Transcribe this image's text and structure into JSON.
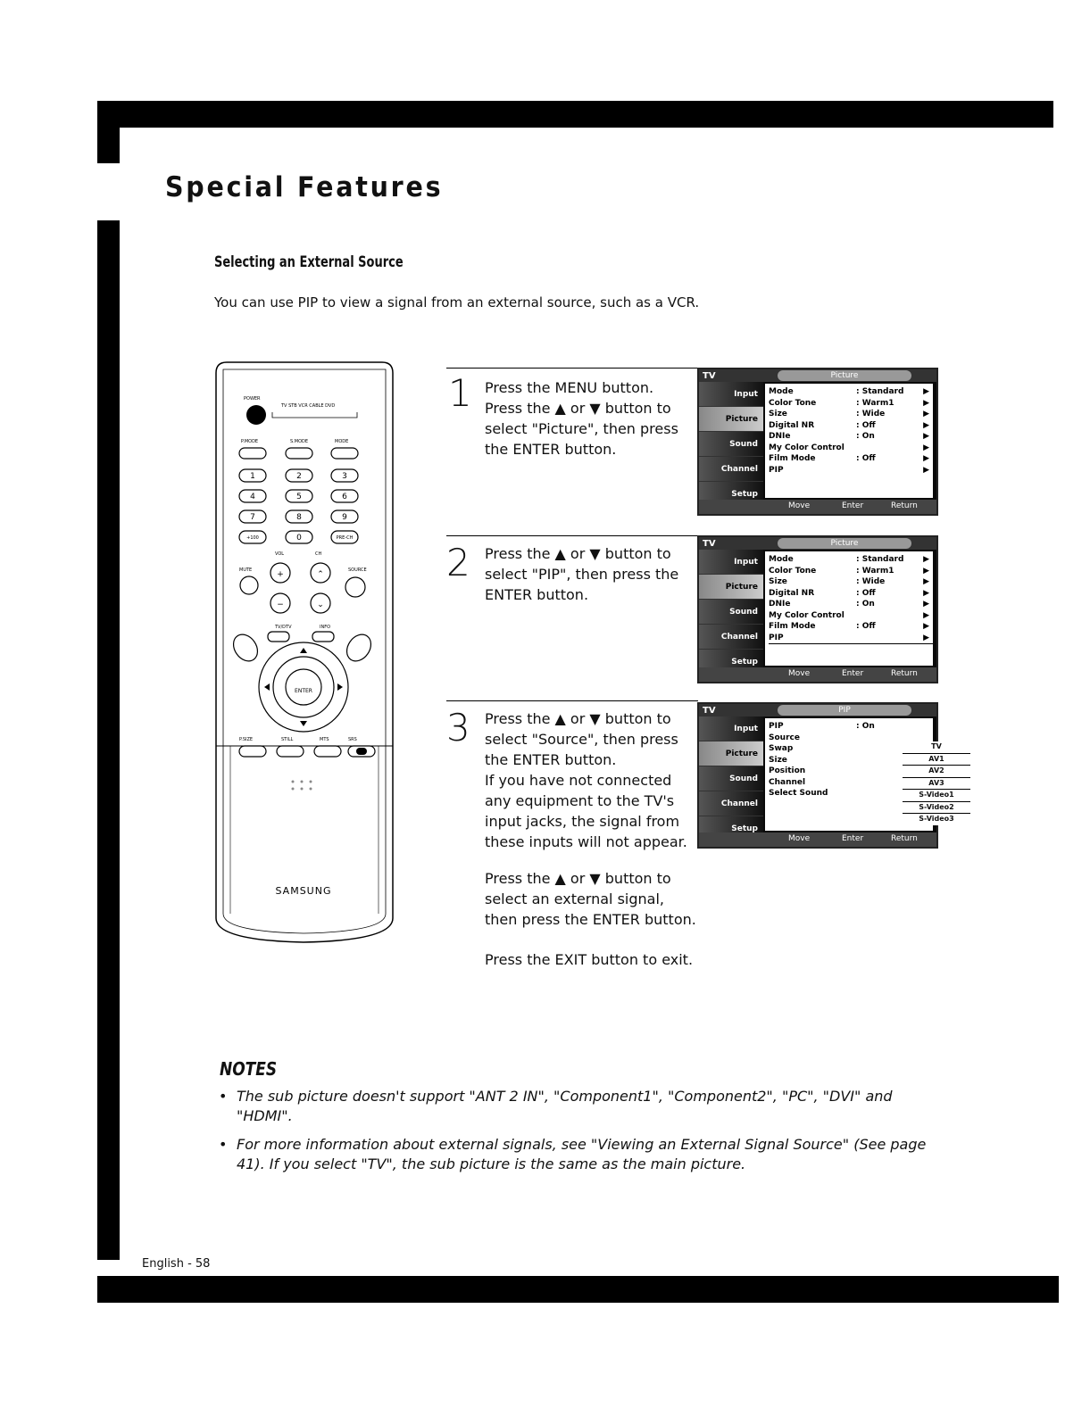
{
  "page_title": "Special Features",
  "section_title": "Selecting an External Source",
  "intro": "You can use PIP to view a signal from an external source, such as a VCR.",
  "remote": {
    "brand": "SAMSUNG",
    "power_label": "POWER",
    "mode_label": "TV STB VCR CABLE DVD",
    "row_labels": [
      "P.MODE",
      "S.MODE",
      "MODE"
    ],
    "digits": [
      "1",
      "2",
      "3",
      "4",
      "5",
      "6",
      "7",
      "8",
      "9",
      "+100",
      "0",
      "PRE-CH"
    ],
    "vol_label": "VOL",
    "ch_label": "CH",
    "mute_label": "MUTE",
    "source_label": "SOURCE",
    "tvdtv_label": "TV/DTV",
    "info_label": "INFO",
    "enter_label": "ENTER",
    "bottom_labels": [
      "P.SIZE",
      "STILL",
      "MTS",
      "SRS"
    ]
  },
  "steps": [
    {
      "number": "1",
      "paragraphs": [
        "Press the MENU button.\nPress the ▲ or ▼ button to select \"Picture\", then press the ENTER button."
      ]
    },
    {
      "number": "2",
      "paragraphs": [
        "Press the ▲ or ▼ button to select \"PIP\", then press the ENTER button."
      ]
    },
    {
      "number": "3",
      "paragraphs": [
        "Press the ▲ or ▼ button to select \"Source\", then press the ENTER button.\nIf you have not connected any equipment to the TV's input jacks, the signal from these inputs will not appear.",
        "Press the ▲ or ▼ button to select an external signal, then press the ENTER button.",
        "Press the EXIT button to exit."
      ]
    }
  ],
  "screens": [
    {
      "tab": "TV",
      "title": "Picture",
      "sidebar": [
        "Input",
        "Picture",
        "Sound",
        "Channel",
        "Setup"
      ],
      "active": 1,
      "rows": [
        {
          "label": "Mode",
          "value": ": Standard",
          "arrow": "▶"
        },
        {
          "label": "Color Tone",
          "value": ": Warm1",
          "arrow": "▶"
        },
        {
          "label": "Size",
          "value": ": Wide",
          "arrow": "▶"
        },
        {
          "label": "Digital NR",
          "value": ": Off",
          "arrow": "▶"
        },
        {
          "label": "DNIe",
          "value": ": On",
          "arrow": "▶"
        },
        {
          "label": "My Color Control",
          "value": "",
          "arrow": "▶"
        },
        {
          "label": "Film Mode",
          "value": ": Off",
          "arrow": "▶"
        },
        {
          "label": "PIP",
          "value": "",
          "arrow": "▶"
        }
      ],
      "footer": {
        "move": "Move",
        "enter": "Enter",
        "return": "Return"
      }
    },
    {
      "tab": "TV",
      "title": "Picture",
      "sidebar": [
        "Input",
        "Picture",
        "Sound",
        "Channel",
        "Setup"
      ],
      "active": 1,
      "rows": [
        {
          "label": "Mode",
          "value": ": Standard",
          "arrow": "▶"
        },
        {
          "label": "Color Tone",
          "value": ": Warm1",
          "arrow": "▶"
        },
        {
          "label": "Size",
          "value": ": Wide",
          "arrow": "▶"
        },
        {
          "label": "Digital NR",
          "value": ": Off",
          "arrow": "▶"
        },
        {
          "label": "DNIe",
          "value": ": On",
          "arrow": "▶"
        },
        {
          "label": "My Color Control",
          "value": "",
          "arrow": "▶"
        },
        {
          "label": "Film Mode",
          "value": ": Off",
          "arrow": "▶"
        },
        {
          "label": "PIP",
          "value": "",
          "arrow": "▶"
        }
      ],
      "footer": {
        "move": "Move",
        "enter": "Enter",
        "return": "Return"
      }
    },
    {
      "tab": "TV",
      "title": "PIP",
      "sidebar": [
        "Input",
        "Picture",
        "Sound",
        "Channel",
        "Setup"
      ],
      "active": 1,
      "rows": [
        {
          "label": "PIP",
          "value": ": On",
          "arrow": ""
        },
        {
          "label": "Source",
          "value": "",
          "arrow": ""
        },
        {
          "label": "Swap",
          "value": "",
          "arrow": ""
        },
        {
          "label": "Size",
          "value": "",
          "arrow": ""
        },
        {
          "label": "Position",
          "value": "",
          "arrow": ""
        },
        {
          "label": "Channel",
          "value": "",
          "arrow": ""
        },
        {
          "label": "Select Sound",
          "value": "",
          "arrow": ""
        }
      ],
      "source_options": [
        "TV",
        "AV1",
        "AV2",
        "AV3",
        "S-Video1",
        "S-Video2",
        "S-Video3"
      ],
      "footer": {
        "move": "Move",
        "enter": "Enter",
        "return": "Return"
      }
    }
  ],
  "notes": {
    "title": "NOTES",
    "items": [
      "The sub picture doesn't support \"ANT 2 IN\", \"Component1\", \"Component2\", \"PC\", \"DVI\" and \"HDMI\".",
      "For more information about external signals, see \"Viewing an External Signal Source\" (See page 41). If you select \"TV\", the sub picture is the same as the main picture."
    ]
  },
  "footer": "English - 58"
}
